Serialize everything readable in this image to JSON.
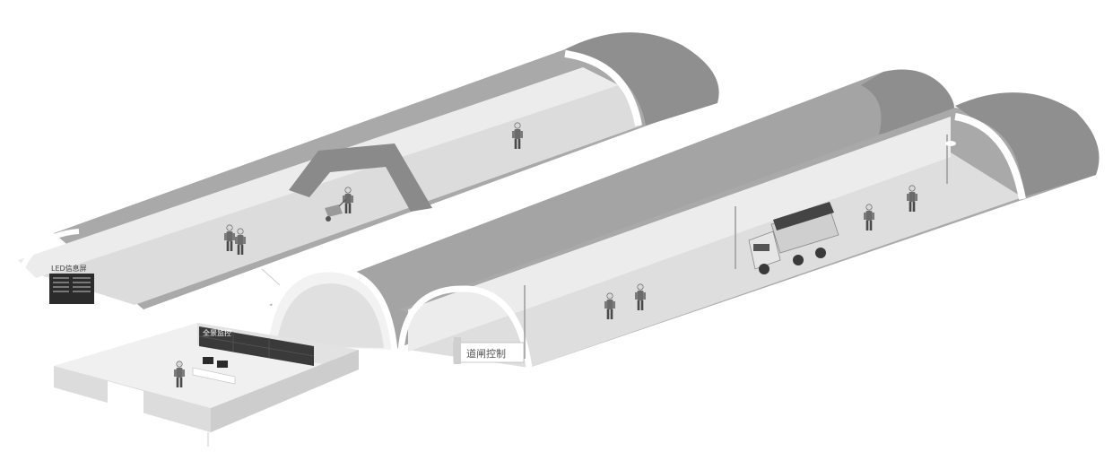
{
  "labels": {
    "led_board": "LED信息屏",
    "monitor_room": "全景监控",
    "gate_control": "道闸控制"
  },
  "colors": {
    "roof_dark": "#8c8c8c",
    "roof_mid": "#a6a6a6",
    "floor": "#dcdcdc",
    "wall": "#e6e6e6",
    "rim": "#ffffff",
    "screen": "#2b2b2b",
    "accent_screen": "#3a3a3a"
  },
  "icons": {
    "worker": "worker-figure-icon",
    "truck": "dump-truck-icon",
    "cart": "wheelbarrow-icon",
    "arch": "cross-passage-icon"
  }
}
